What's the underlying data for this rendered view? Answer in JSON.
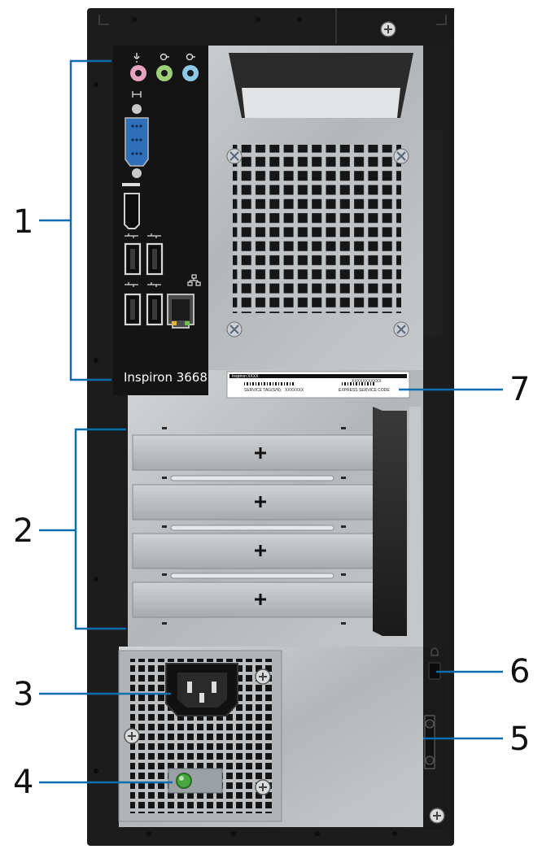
{
  "diagram": {
    "model_label": "Inspiron 3668",
    "service_label": {
      "model": "Inspiron XXXX",
      "tag_caption": "SERVICE TAG(S/N):",
      "tag_value": "XXXXXXX",
      "code_value": "XXXXXXXXXXX",
      "code_caption": "EXPRESS SERVICE CODE"
    },
    "callouts": [
      "1",
      "2",
      "3",
      "4",
      "5",
      "6",
      "7"
    ],
    "accent_color": "#0a6fb0",
    "chassis_color": "#1c1c1c",
    "panel_color": "#b9bcbe"
  }
}
